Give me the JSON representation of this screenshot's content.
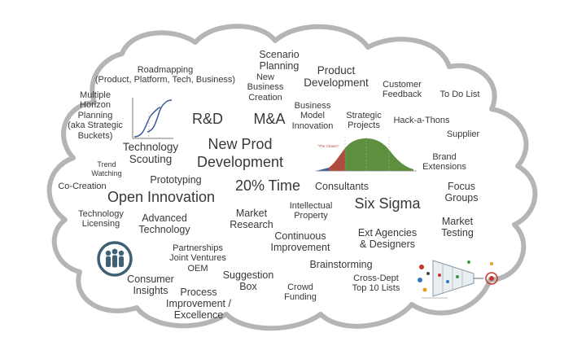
{
  "terms": {
    "scenario": "Scenario\nPlanning",
    "roadmapping": "Roadmapping\n(Product, Platform, Tech, Business)",
    "new_business": "New\nBusiness\nCreation",
    "product_dev": "Product\nDevelopment",
    "customer_feedback": "Customer\nFeedback",
    "todo": "To Do List",
    "multiple_horizon": "Multiple\nHorizon\nPlanning\n(aka Strategic\nBuckets)",
    "rnd": "R&D",
    "mna": "M&A",
    "bmi": "Business\nModel\nInnovation",
    "strategic_projects": "Strategic\nProjects",
    "hackathons": "Hack-a-Thons",
    "supplier": "Supplier",
    "tech_scouting": "Technology\nScouting",
    "new_prod_dev": "New Prod\nDevelopment",
    "brand_ext": "Brand\nExtensions",
    "trend": "Trend\nWatching",
    "prototyping": "Prototyping",
    "time20": "20% Time",
    "consultants": "Consultants",
    "focus_groups": "Focus\nGroups",
    "cocreation": "Co-Creation",
    "open_innovation": "Open Innovation",
    "ip": "Intellectual\nProperty",
    "six_sigma": "Six Sigma",
    "tech_licensing": "Technology\nLicensing",
    "adv_tech": "Advanced\nTechnology",
    "market_research": "Market\nResearch",
    "market_testing": "Market\nTesting",
    "ci": "Continuous\nImprovement",
    "ext_agencies": "Ext Agencies\n& Designers",
    "partnerships": "Partnerships\nJoint Ventures\nOEM",
    "brainstorming": "Brainstorming",
    "suggestion": "Suggestion\nBox",
    "consumer_insights": "Consumer\nInsights",
    "crowd": "Crowd\nFunding",
    "cross_dept": "Cross-Dept\nTop 10 Lists",
    "process": "Process\nImprovement /\nExcellence"
  },
  "bell_curve_labels": [
    "\"The Chasm\""
  ],
  "colors": {
    "cloud_border": "#b5b5b5",
    "text": "#383838",
    "bell_green": "#5e8f3e",
    "bell_red": "#b14b3d",
    "bell_blue": "#3d5f9c",
    "people_icon_ring": "#3f5f74"
  },
  "icons": [
    "s-curve-chart-icon",
    "bell-curve-chart-icon",
    "people-group-icon",
    "funnel-diagram-icon"
  ]
}
